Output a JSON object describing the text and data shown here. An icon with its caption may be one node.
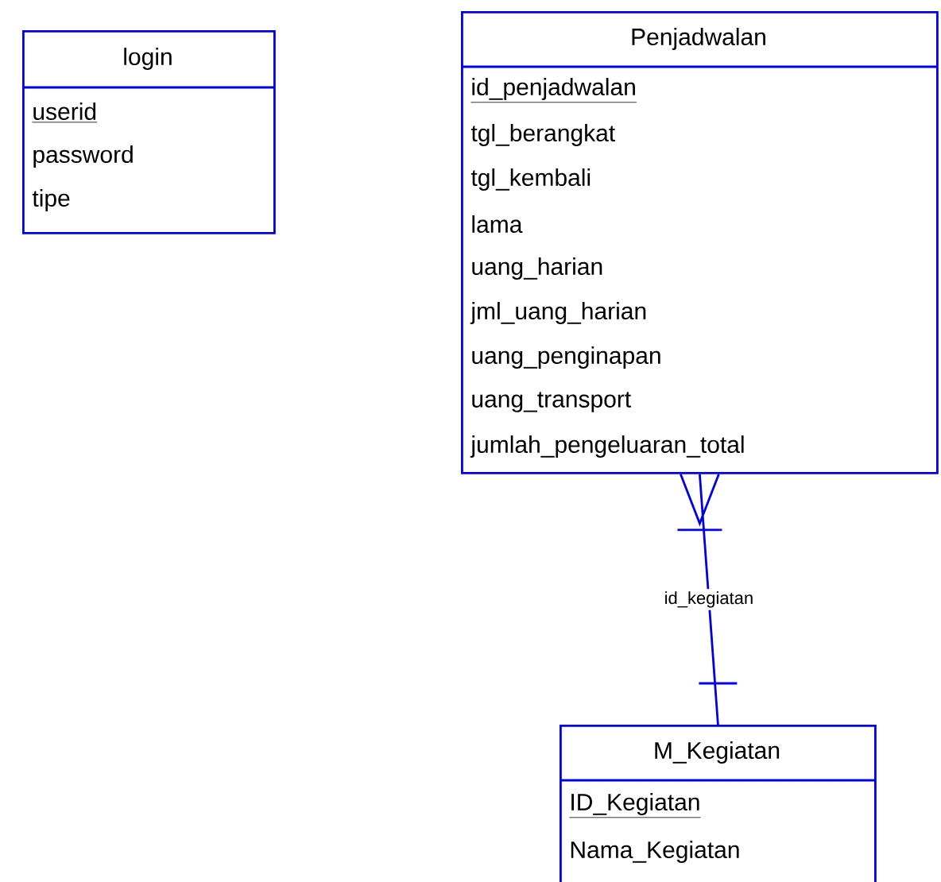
{
  "diagram": {
    "nodes": [
      {
        "text": [
          "login",
          "userid",
          "password",
          "tipe"
        ]
      },
      {
        "text": [
          "Penjadwalan",
          "id_penjadwalan",
          "tgl_berangkat",
          "tgl_kembali",
          "lama",
          "uang_harian",
          "jml_uang_harian",
          "uang_penginapan",
          "uang_transport",
          "jumlah_pengeluaran_total"
        ]
      },
      {
        "text": [
          "M_Kegiatan",
          "ID_Kegiatan",
          "Nama_Kegiatan"
        ]
      }
    ],
    "edges": [
      {
        "from": 2,
        "to": 1,
        "arrow": "other",
        "label": "id_kegiatan"
      }
    ]
  }
}
